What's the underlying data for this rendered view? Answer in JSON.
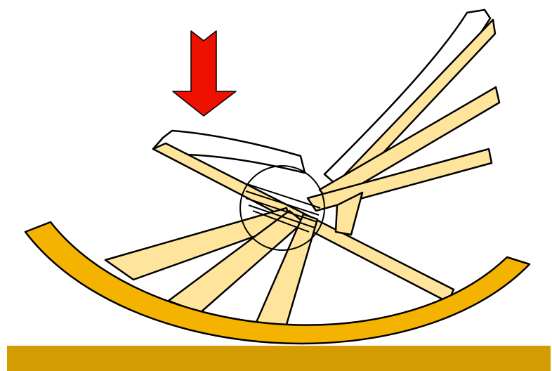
{
  "diagram": {
    "subject": "rocking-chair",
    "colors": {
      "background": "#ffffff",
      "floor": "#d29c02",
      "rocker": "#f5b301",
      "slat": "#ffe49c",
      "outline": "#000000",
      "seat-back-panel": "#ffffff",
      "arrow": "#ee1100"
    },
    "icons": {
      "arrow": "down-arrow-icon"
    },
    "parts": [
      "floor",
      "rocker",
      "slats",
      "seat",
      "backrest",
      "pivot-highlight",
      "force-arrow"
    ]
  }
}
